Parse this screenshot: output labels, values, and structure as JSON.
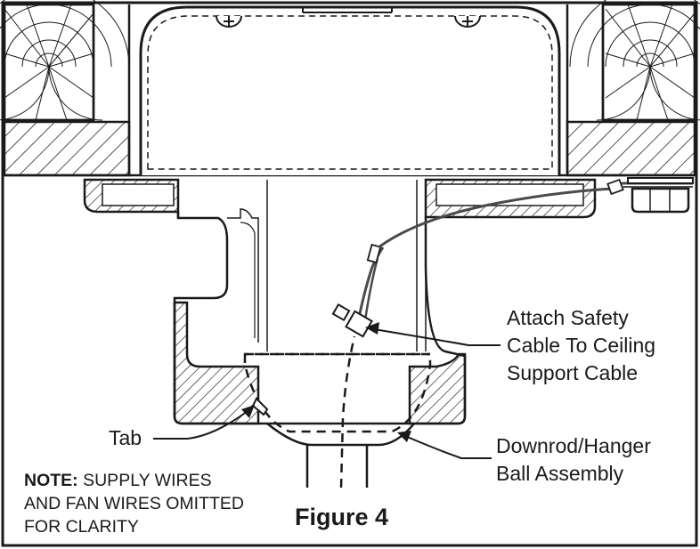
{
  "labels": {
    "attach_line1": "Attach Safety",
    "attach_line2": "Cable To Ceiling",
    "attach_line3": "Support Cable",
    "tab": "Tab",
    "downrod_line1": "Downrod/Hanger",
    "downrod_line2": "Ball Assembly",
    "note_bold": "NOTE:",
    "note_line1": "SUPPLY WIRES",
    "note_line2": "AND FAN WIRES OMITTED",
    "note_line3": "FOR CLARITY",
    "figure_caption": "Figure 4"
  },
  "colors": {
    "ink": "#1a1a1a",
    "background": "#ffffff",
    "cable": "#4a4a4a"
  }
}
